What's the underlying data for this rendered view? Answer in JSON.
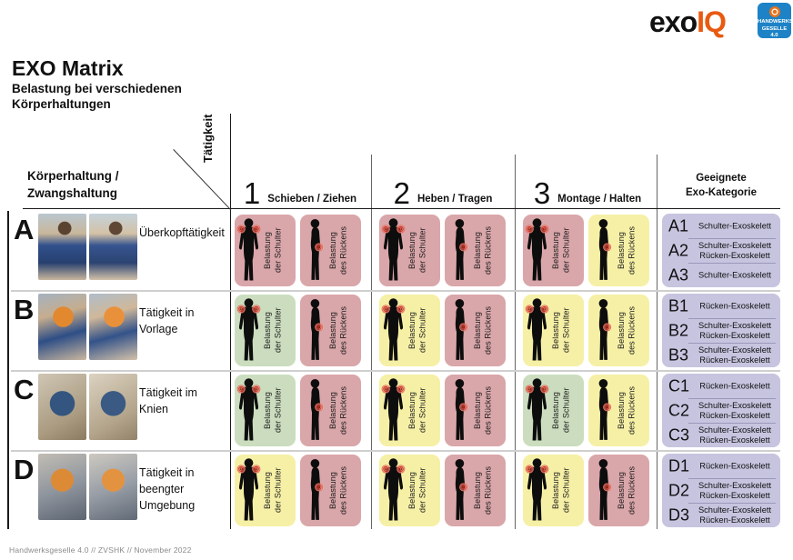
{
  "brand": {
    "logo_exo": "exo",
    "logo_iq": "IQ",
    "logo_orange": "#e85a10",
    "badge_color": "#1d83c6",
    "badge_lines": [
      "HANDWERKS",
      "GESELLE 4.0"
    ]
  },
  "header": {
    "title": "EXO Matrix",
    "subtitle_lines": [
      "Belastung bei verschiedenen",
      "Körperhaltungen"
    ],
    "axis_activity": "Tätigkeit",
    "axis_posture_lines": [
      "Körperhaltung /",
      "Zwangshaltung"
    ],
    "columns": [
      {
        "number": "1",
        "label": "Schieben / Ziehen"
      },
      {
        "number": "2",
        "label": "Heben / Tragen"
      },
      {
        "number": "3",
        "label": "Montage / Halten"
      }
    ],
    "reco_header_lines": [
      "Geeignete",
      "Exo-Kategorie"
    ]
  },
  "panel_labels": {
    "shoulder": [
      "Belastung",
      "der Schulter"
    ],
    "back": [
      "Belastung",
      "des Rückens"
    ]
  },
  "levels": {
    "high": "#d9a6aa",
    "medium": "#f6f0a6",
    "low": "#cbddbe"
  },
  "reco_bg": "#c6c4df",
  "pain_marker_color": "#cc2f1d",
  "matrix": {
    "rows": [
      {
        "letter": "A",
        "label_lines": [
          "Überkopftätigkeit"
        ],
        "cells": [
          {
            "shoulder": "high",
            "back": "high"
          },
          {
            "shoulder": "high",
            "back": "high"
          },
          {
            "shoulder": "high",
            "back": "medium"
          }
        ],
        "recos": [
          {
            "code": "A1",
            "lines": [
              "Schulter-Exoskelett"
            ]
          },
          {
            "code": "A2",
            "lines": [
              "Schulter-Exoskelett",
              "Rücken-Exoskelett"
            ]
          },
          {
            "code": "A3",
            "lines": [
              "Schulter-Exoskelett"
            ]
          }
        ]
      },
      {
        "letter": "B",
        "label_lines": [
          "Tätigkeit in",
          "Vorlage"
        ],
        "cells": [
          {
            "shoulder": "low",
            "back": "high"
          },
          {
            "shoulder": "medium",
            "back": "high"
          },
          {
            "shoulder": "medium",
            "back": "medium"
          }
        ],
        "recos": [
          {
            "code": "B1",
            "lines": [
              "Rücken-Exoskelett"
            ]
          },
          {
            "code": "B2",
            "lines": [
              "Schulter-Exoskelett",
              "Rücken-Exoskelett"
            ]
          },
          {
            "code": "B3",
            "lines": [
              "Schulter-Exoskelett",
              "Rücken-Exoskelett"
            ]
          }
        ]
      },
      {
        "letter": "C",
        "label_lines": [
          "Tätigkeit im",
          "Knien"
        ],
        "cells": [
          {
            "shoulder": "low",
            "back": "high"
          },
          {
            "shoulder": "medium",
            "back": "high"
          },
          {
            "shoulder": "low",
            "back": "medium"
          }
        ],
        "recos": [
          {
            "code": "C1",
            "lines": [
              "Rücken-Exoskelett"
            ]
          },
          {
            "code": "C2",
            "lines": [
              "Schulter-Exoskelett",
              "Rücken-Exoskelett"
            ]
          },
          {
            "code": "C3",
            "lines": [
              "Schulter-Exoskelett",
              "Rücken-Exoskelett"
            ]
          }
        ]
      },
      {
        "letter": "D",
        "label_lines": [
          "Tätigkeit in",
          "beengter",
          "Umgebung"
        ],
        "cells": [
          {
            "shoulder": "medium",
            "back": "high"
          },
          {
            "shoulder": "medium",
            "back": "high"
          },
          {
            "shoulder": "medium",
            "back": "high"
          }
        ],
        "recos": [
          {
            "code": "D1",
            "lines": [
              "Rücken-Exoskelett"
            ]
          },
          {
            "code": "D2",
            "lines": [
              "Schulter-Exoskelett",
              "Rücken-Exoskelett"
            ]
          },
          {
            "code": "D3",
            "lines": [
              "Schulter-Exoskelett",
              "Rücken-Exoskelett"
            ]
          }
        ]
      }
    ]
  },
  "footer": "Handwerksgeselle 4.0  //  ZVSHK  //  November 2022"
}
